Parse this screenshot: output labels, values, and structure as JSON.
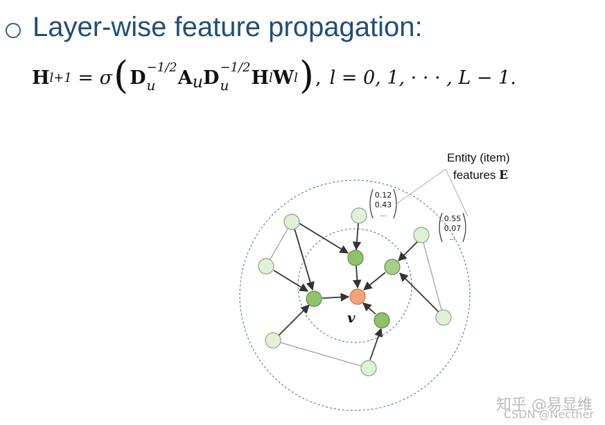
{
  "heading": {
    "text": "Layer-wise feature propagation:"
  },
  "formula": {
    "H": "H",
    "sub_l1": "l+1",
    "eq": " = ",
    "sigma": "σ",
    "lparen": "(",
    "rparen": ")",
    "D1": "D",
    "exp1": "−1/2",
    "sub_u1": "u",
    "A": "A",
    "sub_u2": "u",
    "D2": "D",
    "exp2": "−1/2",
    "sub_u3": "u",
    "H2": "H",
    "sub_l2": "l",
    "W": "W",
    "sub_l3": "l",
    "comma": ",",
    "range": "l = 0, 1, · · · , L − 1."
  },
  "callout": {
    "line1": "Entity (item)",
    "line2": "features ",
    "line2_bold": "E"
  },
  "vectors": [
    {
      "v1": "0.12",
      "v2": "0.43",
      "v3": "..."
    },
    {
      "v1": "0.55",
      "v2": "0.07",
      "v3": "..."
    }
  ],
  "center_label": "v",
  "colors": {
    "heading": "#1f4e79",
    "light_node": "#e2f0d9",
    "mid_node": "#8fc26a",
    "center_node": "#f4a374",
    "ring": "#5b7fb5"
  },
  "watermark": {
    "line1": "知乎 @易显维",
    "line2": "CSDN @Necther"
  }
}
